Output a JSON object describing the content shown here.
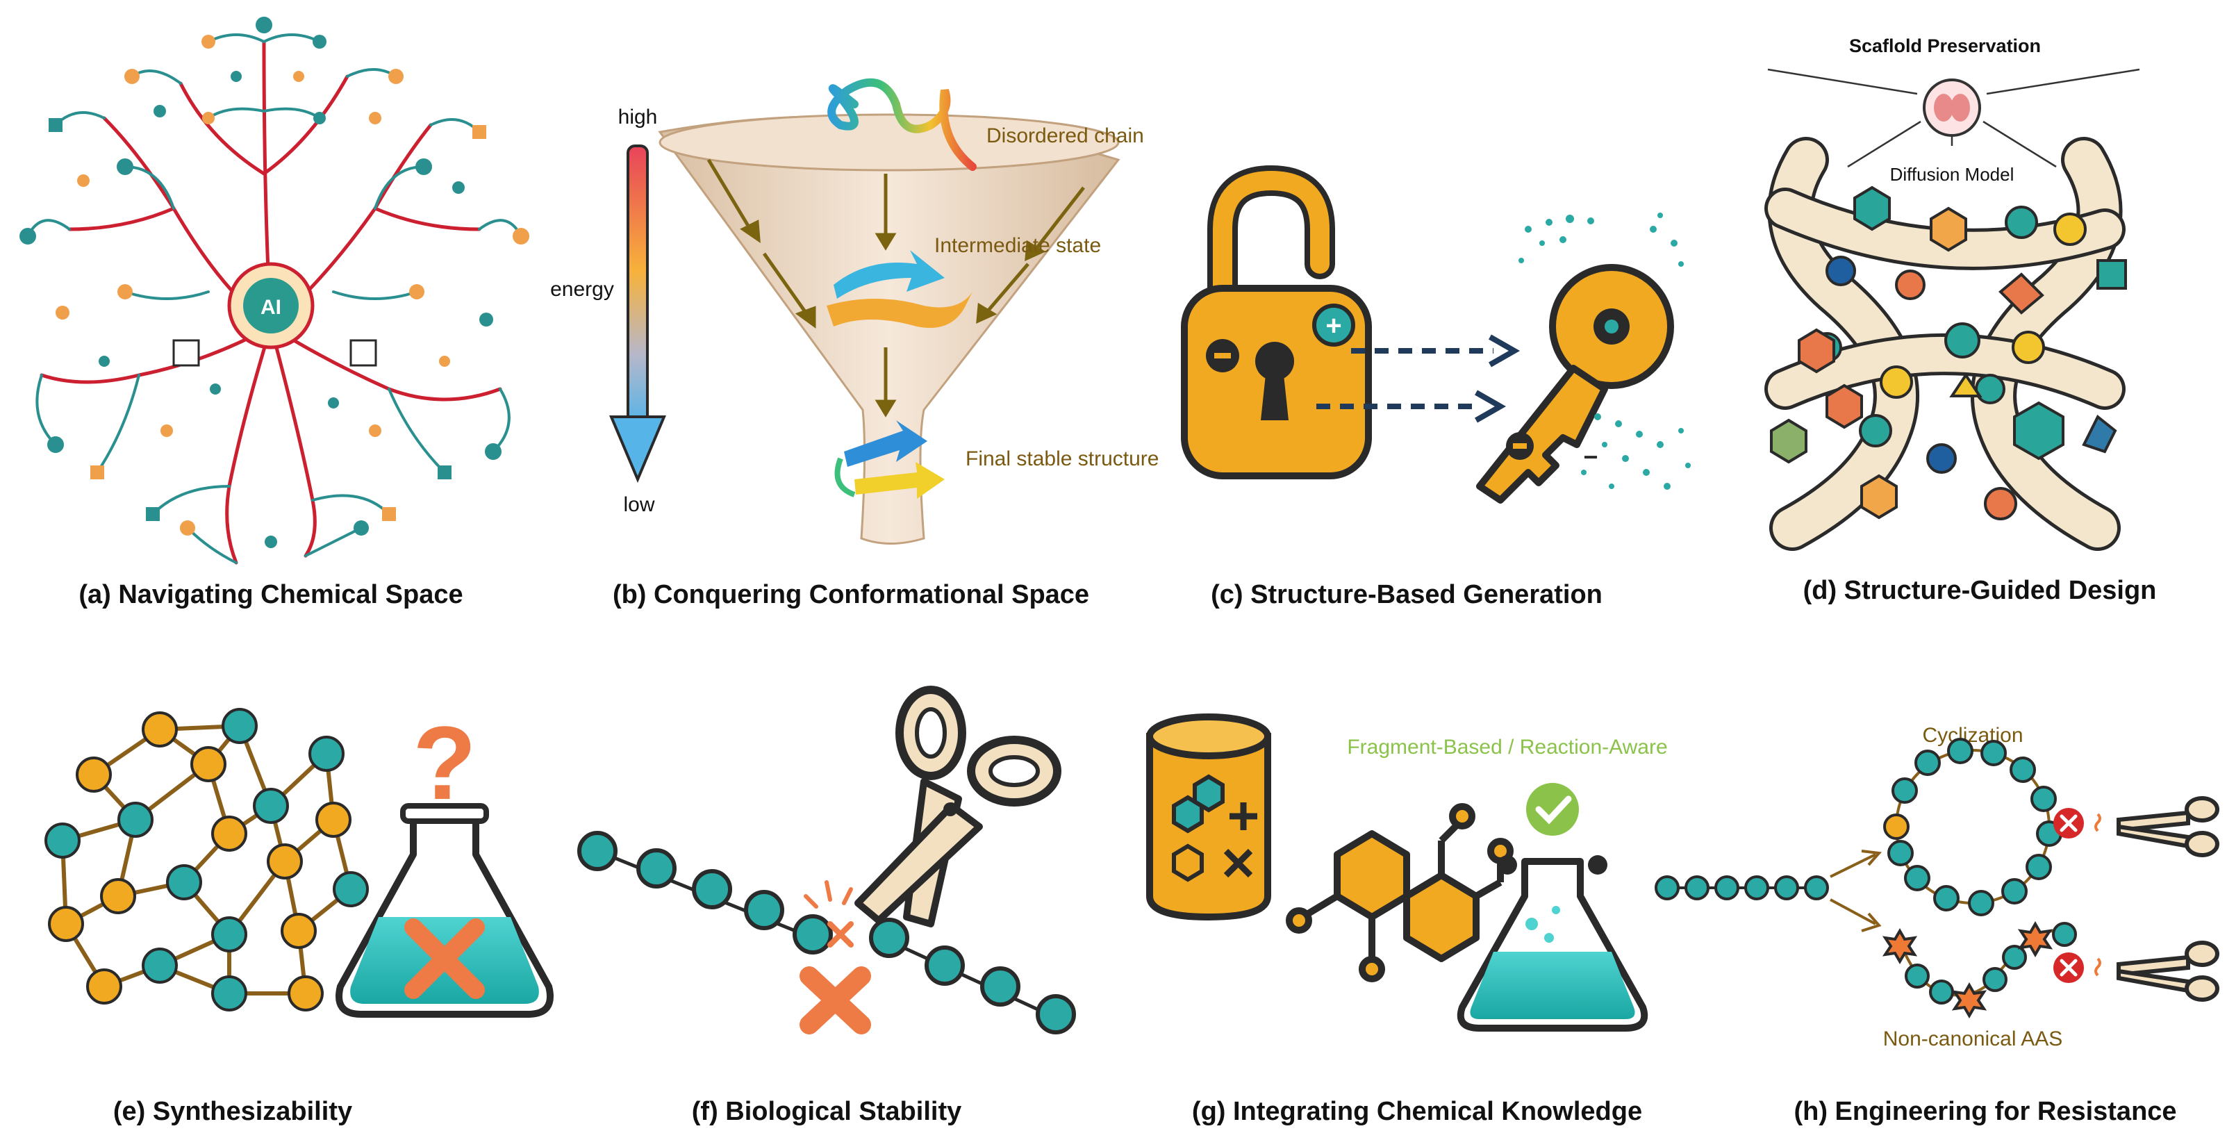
{
  "panels": {
    "a": {
      "caption": "(a) Navigating Chemical Space",
      "ai_label": "AI",
      "colors": {
        "teal": "#2a8f8f",
        "orange": "#f0a04b",
        "red": "#cc1f2f"
      }
    },
    "b": {
      "caption": "(b) Conquering Conformational Space",
      "axis_high": "high",
      "axis_label": "energy",
      "axis_low": "low",
      "stage_disordered": "Disordered chain",
      "stage_intermediate": "Intermediate state",
      "stage_final": "Final stable structure"
    },
    "c": {
      "caption": "(c) Structure-Based Generation",
      "plus_symbol": "+",
      "minus_symbol": "−"
    },
    "d": {
      "caption": "(d) Structure-Guided Design",
      "top_label": "Scaflold Preservation",
      "model_label": "Diffusion Model"
    },
    "e": {
      "caption": "(e) Synthesizability",
      "question_mark": "?"
    },
    "f": {
      "caption": "(f) Biological Stability"
    },
    "g": {
      "caption": "(g) Integrating Chemical Knowledge",
      "header_label": "Fragment-Based / Reaction-Aware"
    },
    "h": {
      "caption": "(h) Engineering for Resistance",
      "top_label": "Cyclization",
      "bottom_label": "Non-canonical AAS"
    }
  }
}
